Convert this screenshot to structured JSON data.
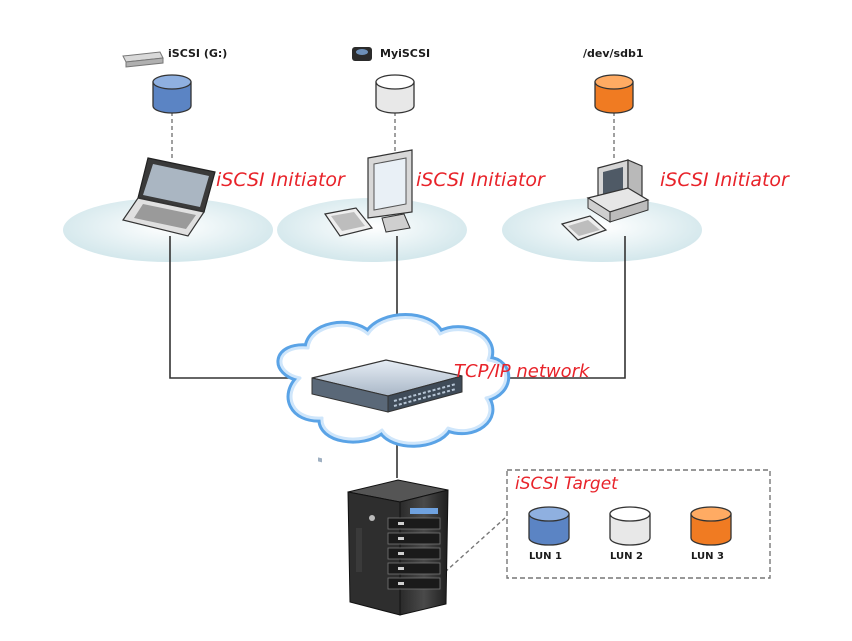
{
  "clients": [
    {
      "device_label": "iSCSI (G:)",
      "role_label": "iSCSI Initiator",
      "disk_color": "#5b84c4",
      "disk_top": "#8fb0e0",
      "device_icon": "laptop-icon"
    },
    {
      "device_label": "MyiSCSI",
      "role_label": "iSCSI Initiator",
      "disk_color": "#e8e8e8",
      "disk_top": "#ffffff",
      "device_icon": "monitor-icon"
    },
    {
      "device_label": "/dev/sdb1",
      "role_label": "iSCSI Initiator",
      "disk_color": "#f07b22",
      "disk_top": "#ffab63",
      "device_icon": "desktop-pc-icon"
    }
  ],
  "network": {
    "label": "TCP/IP network",
    "icon": "network-switch-icon"
  },
  "target": {
    "label": "iSCSI Target",
    "server_icon": "nas-server-icon",
    "luns": [
      {
        "label": "LUN 1",
        "color": "#5b84c4",
        "top": "#8fb0e0"
      },
      {
        "label": "LUN 2",
        "color": "#e8e8e8",
        "top": "#ffffff"
      },
      {
        "label": "LUN 3",
        "color": "#f07b22",
        "top": "#ffab63"
      }
    ]
  },
  "colors": {
    "label_red": "#e8232a",
    "ellipse_fill": "#dcecef",
    "cloud_stroke": "#5aa3e6",
    "line": "#333333"
  }
}
